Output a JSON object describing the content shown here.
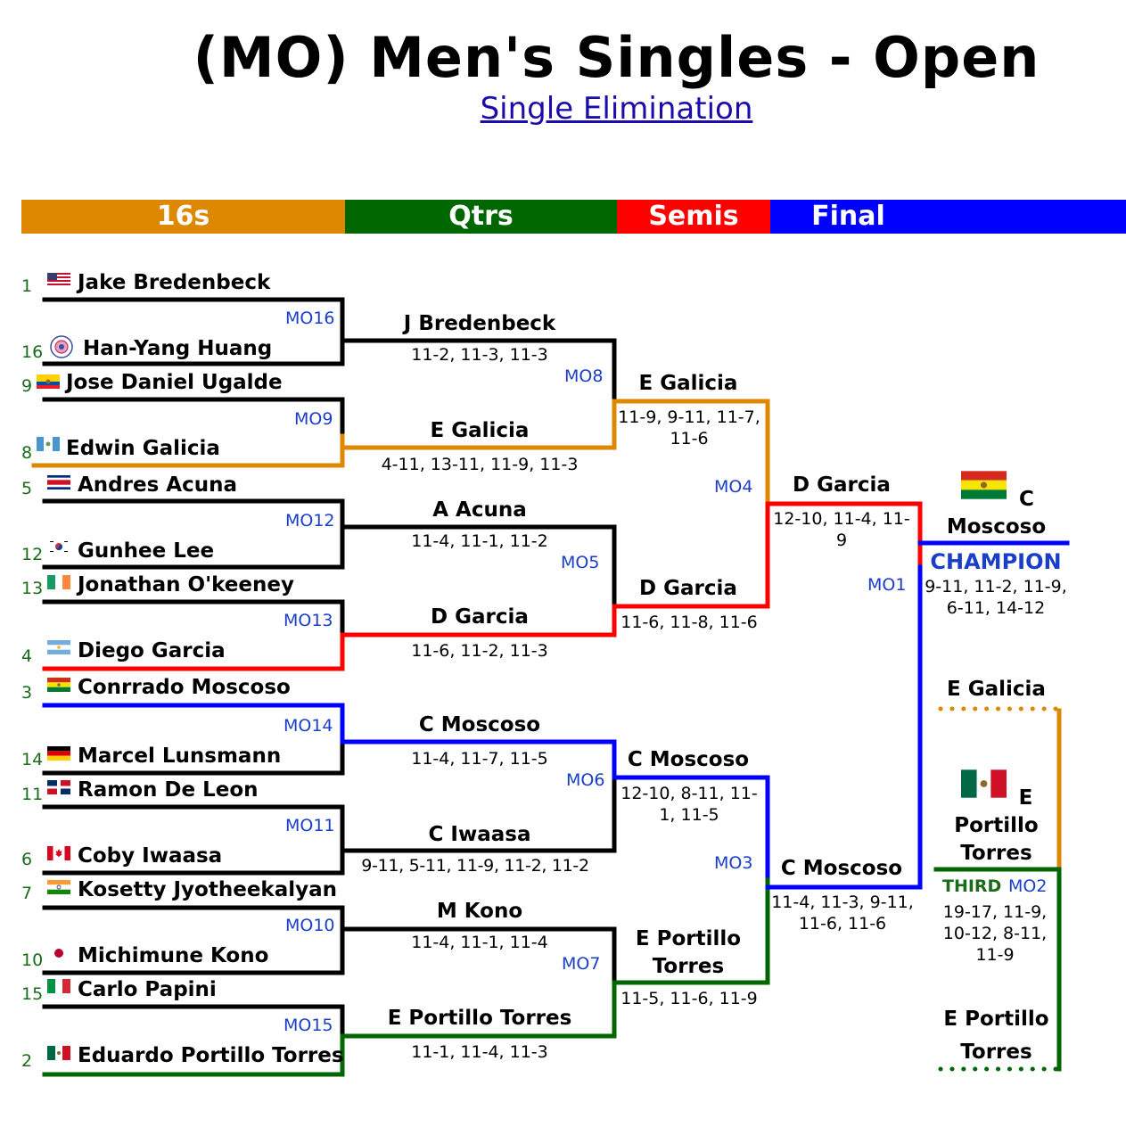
{
  "title": "(MO) Men's Singles - Open",
  "subtitle": "Single Elimination",
  "rounds": [
    {
      "label": "16s",
      "color": "#dd8800"
    },
    {
      "label": "Qtrs",
      "color": "#006600"
    },
    {
      "label": "Semis",
      "color": "#ff0000"
    },
    {
      "label": "Final",
      "color": "#0000ff"
    }
  ],
  "players": [
    {
      "seed": "1",
      "name": "Jake Bredenbeck",
      "flag": "usa-flag-icon"
    },
    {
      "seed": "16",
      "name": "Han-Yang Huang",
      "flag": "chinese-taipei-flag-icon"
    },
    {
      "seed": "9",
      "name": "Jose Daniel Ugalde",
      "flag": "ecuador-flag-icon"
    },
    {
      "seed": "8",
      "name": "Edwin Galicia",
      "flag": "guatemala-flag-icon"
    },
    {
      "seed": "5",
      "name": "Andres Acuna",
      "flag": "costa-rica-flag-icon"
    },
    {
      "seed": "12",
      "name": "Gunhee Lee",
      "flag": "south-korea-flag-icon"
    },
    {
      "seed": "13",
      "name": "Jonathan O'keeney",
      "flag": "ireland-flag-icon"
    },
    {
      "seed": "4",
      "name": "Diego Garcia",
      "flag": "argentina-flag-icon"
    },
    {
      "seed": "3",
      "name": "Conrrado Moscoso",
      "flag": "bolivia-flag-icon"
    },
    {
      "seed": "14",
      "name": "Marcel Lunsmann",
      "flag": "germany-flag-icon"
    },
    {
      "seed": "11",
      "name": "Ramon De Leon",
      "flag": "dominican-republic-flag-icon"
    },
    {
      "seed": "6",
      "name": "Coby Iwaasa",
      "flag": "canada-flag-icon"
    },
    {
      "seed": "7",
      "name": "Kosetty Jyotheekalyan",
      "flag": "india-flag-icon"
    },
    {
      "seed": "10",
      "name": "Michimune Kono",
      "flag": "japan-flag-icon"
    },
    {
      "seed": "15",
      "name": "Carlo Papini",
      "flag": "italy-flag-icon"
    },
    {
      "seed": "2",
      "name": "Eduardo Portillo Torres",
      "flag": "mexico-flag-icon"
    }
  ],
  "r16_matches": [
    "MO16",
    "MO9",
    "MO12",
    "MO13",
    "MO14",
    "MO11",
    "MO10",
    "MO15"
  ],
  "qtr_results": [
    {
      "winner": "J Bredenbeck",
      "score": "11-2, 11-3, 11-3"
    },
    {
      "winner": "E Galicia",
      "score": "4-11, 13-11, 11-9, 11-3"
    },
    {
      "winner": "A Acuna",
      "score": "11-4, 11-1, 11-2"
    },
    {
      "winner": "D Garcia",
      "score": "11-6, 11-2, 11-3"
    },
    {
      "winner": "C Moscoso",
      "score": "11-4, 11-7, 11-5"
    },
    {
      "winner": "C Iwaasa",
      "score": "9-11, 5-11, 11-9, 11-2, 11-2"
    },
    {
      "winner": "M Kono",
      "score": "11-4, 11-1, 11-4"
    },
    {
      "winner": "E Portillo Torres",
      "score": "11-1, 11-4, 11-3"
    }
  ],
  "qtr_matches": [
    "MO8",
    "MO5",
    "MO6",
    "MO7"
  ],
  "semi_results": [
    {
      "winner": "E Galicia",
      "score": "11-9, 9-11, 11-7, 11-6"
    },
    {
      "winner": "D Garcia",
      "score": "11-6, 11-8, 11-6"
    },
    {
      "winner": "C Moscoso",
      "score": "12-10, 8-11, 11-1, 11-5"
    },
    {
      "winner": "E Portillo Torres",
      "score": "11-5, 11-6, 11-9"
    }
  ],
  "semi_matches": [
    "MO4",
    "MO3"
  ],
  "final_results": [
    {
      "winner": "D Garcia",
      "score": "12-10, 11-4, 11-9"
    },
    {
      "winner": "C Moscoso",
      "score": "11-4, 11-3, 9-11, 11-6, 11-6"
    }
  ],
  "final_match": "MO1",
  "champion": {
    "name": "C Moscoso",
    "label": "CHAMPION",
    "score": "9-11, 11-2, 11-9, 6-11, 14-12",
    "flag": "bolivia-flag-icon"
  },
  "third_place": {
    "top": "E Galicia",
    "bottom": "E Portillo Torres",
    "winner": "E Portillo Torres",
    "label": "THIRD",
    "match": "MO2",
    "score": "19-17, 11-9, 10-12, 8-11, 11-9",
    "flag": "mexico-flag-icon"
  },
  "colors": {
    "orange": "#dd8800",
    "green": "#006600",
    "red": "#ff0000",
    "blue": "#0000ff",
    "seed": "#1a6b1a",
    "match_id": "#1a3ec8"
  }
}
